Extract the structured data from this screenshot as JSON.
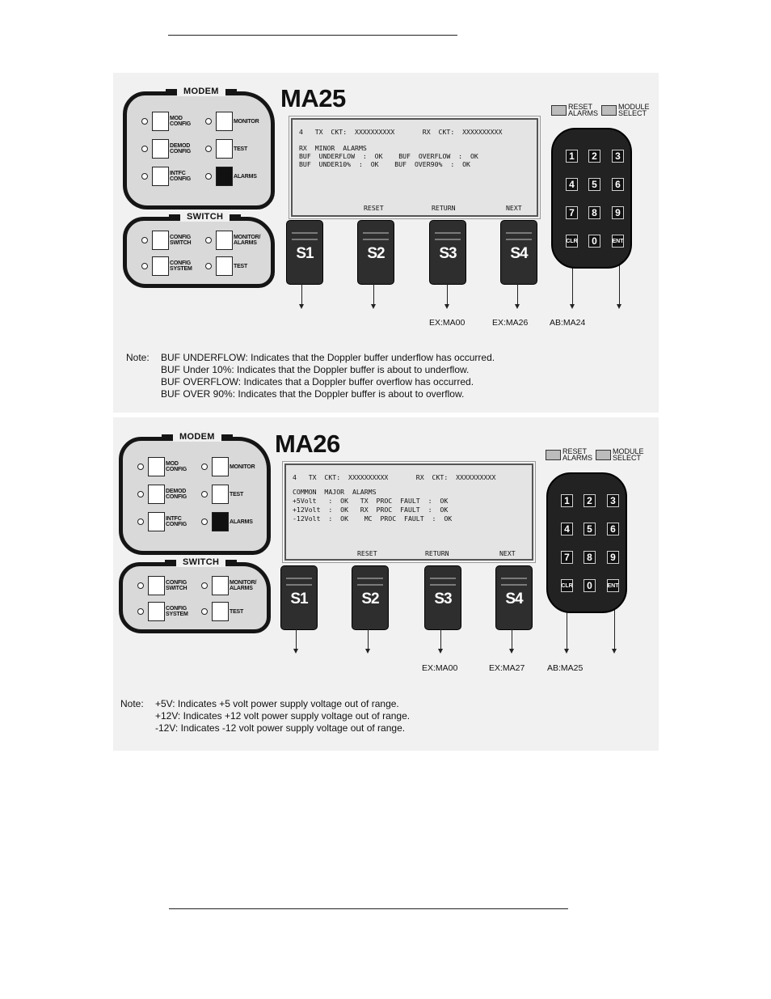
{
  "panels": [
    {
      "title": "MA25",
      "modem_label": "MODEM",
      "switch_label": "SWITCH",
      "modem_keys": [
        {
          "label": "MOD\nCONFIG",
          "filled": false
        },
        {
          "label": "MONITOR",
          "filled": false
        },
        {
          "label": "DEMOD\nCONFIG",
          "filled": false
        },
        {
          "label": "TEST",
          "filled": false
        },
        {
          "label": "INTFC\nCONFIG",
          "filled": false
        },
        {
          "label": "ALARMS",
          "filled": true
        }
      ],
      "switch_keys": [
        {
          "label": "CONFIG\nSWITCH"
        },
        {
          "label": "MONITOR/\nALARMS"
        },
        {
          "label": "CONFIG\nSYSTEM"
        },
        {
          "label": "TEST"
        }
      ],
      "lcd_lines": [
        "4   TX  CKT:  XXXXXXXXXX       RX  CKT:  XXXXXXXXXX",
        "",
        "RX  MINOR  ALARMS",
        "BUF  UNDERFLOW  :  OK    BUF  OVERFLOW  :  OK",
        "BUF  UNDER10%  :  OK    BUF  OVER90%  :  OK"
      ],
      "softkeys": [
        "RESET",
        "RETURN",
        "NEXT"
      ],
      "buttons": [
        "S1",
        "S2",
        "S3",
        "S4"
      ],
      "legend": {
        "reset": "RESET\nALARMS",
        "module": "MODULE\nSELECT"
      },
      "keypad": [
        "1",
        "2",
        "3",
        "4",
        "5",
        "6",
        "7",
        "8",
        "9",
        "CLR",
        "0",
        "ENT"
      ],
      "nav": [
        "EX:MA00",
        "EX:MA26",
        "AB:MA24"
      ],
      "note_label": "Note:",
      "notes": [
        "BUF UNDERFLOW: Indicates that the Doppler buffer underflow has occurred.",
        "BUF Under 10%: Indicates that the Doppler buffer is about to underflow.",
        "BUF OVERFLOW: Indicates that a Doppler buffer overflow has occurred.",
        "BUF OVER 90%: Indicates that the Doppler buffer is about to overflow."
      ]
    },
    {
      "title": "MA26",
      "modem_label": "MODEM",
      "switch_label": "SWITCH",
      "modem_keys": [
        {
          "label": "MOD\nCONFIG",
          "filled": false
        },
        {
          "label": "MONITOR",
          "filled": false
        },
        {
          "label": "DEMOD\nCONFIG",
          "filled": false
        },
        {
          "label": "TEST",
          "filled": false
        },
        {
          "label": "INTFC\nCONFIG",
          "filled": false
        },
        {
          "label": "ALARMS",
          "filled": true
        }
      ],
      "switch_keys": [
        {
          "label": "CONFIG\nSWITCH"
        },
        {
          "label": "MONITOR/\nALARMS"
        },
        {
          "label": "CONFIG\nSYSTEM"
        },
        {
          "label": "TEST"
        }
      ],
      "lcd_lines": [
        "4   TX  CKT:  XXXXXXXXXX       RX  CKT:  XXXXXXXXXX",
        "",
        "COMMON  MAJOR  ALARMS",
        "+5Volt   :  OK   TX  PROC  FAULT  :  OK",
        "+12Volt  :  OK   RX  PROC  FAULT  :  OK",
        "-12Volt  :  OK    MC  PROC  FAULT  :  OK"
      ],
      "softkeys": [
        "RESET",
        "RETURN",
        "NEXT"
      ],
      "buttons": [
        "S1",
        "S2",
        "S3",
        "S4"
      ],
      "legend": {
        "reset": "RESET\nALARMS",
        "module": "MODULE\nSELECT"
      },
      "keypad": [
        "1",
        "2",
        "3",
        "4",
        "5",
        "6",
        "7",
        "8",
        "9",
        "CLR",
        "0",
        "ENT"
      ],
      "nav": [
        "EX:MA00",
        "EX:MA27",
        "AB:MA25"
      ],
      "note_label": "Note:",
      "notes": [
        "+5V:  Indicates +5 volt power supply voltage out of range.",
        "+12V: Indicates +12 volt power supply voltage out of range.",
        "-12V:  Indicates -12 volt power supply voltage out of range."
      ]
    }
  ]
}
